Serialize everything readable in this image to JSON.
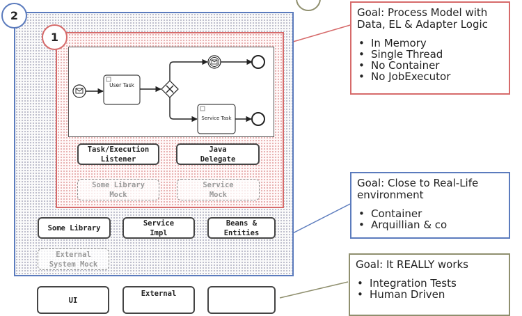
{
  "badges": {
    "outer": "2",
    "inner": "1"
  },
  "bpmn": {
    "user_task": "User Task",
    "service_task": "Service Task"
  },
  "inner_components": {
    "listener": "Task/Execution\nListener",
    "delegate": "Java\nDelegate",
    "library_mock": "Some Library\nMock",
    "service_mock": "Service\nMock"
  },
  "outer_components": {
    "some_library": "Some Library",
    "service_impl": "Service\nImpl",
    "beans_entities": "Beans &\nEntities",
    "external_system_mock": "External\nSystem Mock"
  },
  "bottom_components": {
    "ui": "UI",
    "external": "External"
  },
  "goals": {
    "goal1": {
      "head": "Goal: Process Model with Data, EL & Adapter Logic",
      "items": [
        "In Memory",
        "Single Thread",
        "No Container",
        "No JobExecutor"
      ]
    },
    "goal2": {
      "head": "Goal: Close to Real-Life environment",
      "items": [
        "Container",
        "Arquillian & co"
      ]
    },
    "goal3": {
      "head": "Goal: It REALLY works",
      "items": [
        "Integration Tests",
        "Human Driven"
      ]
    }
  },
  "colors": {
    "outer_scope": "#5b7bbd",
    "inner_scope": "#d66a6a",
    "goal3_border": "#8f8f6e"
  }
}
